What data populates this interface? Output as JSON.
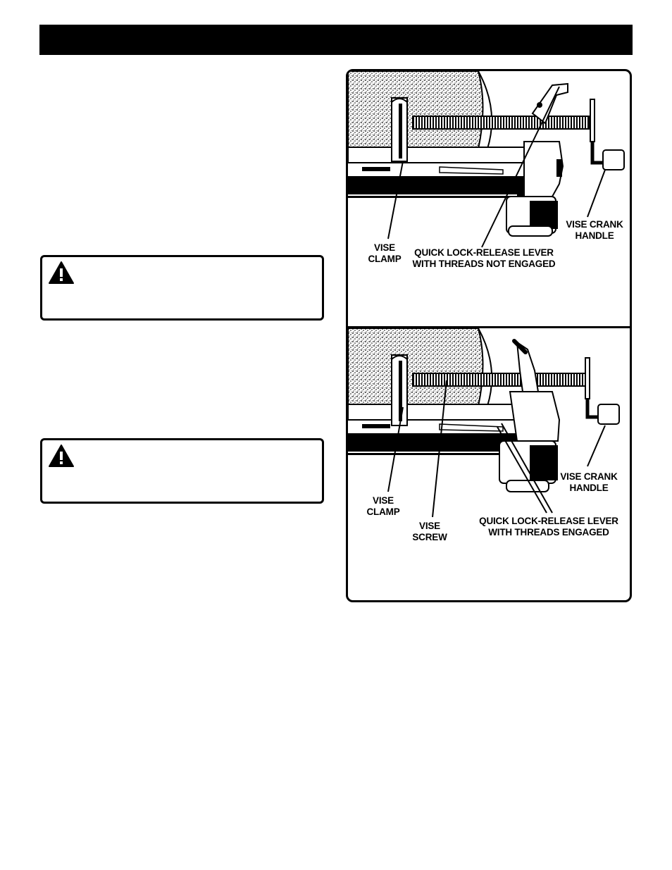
{
  "figure": {
    "top_panel": {
      "labels": {
        "vise_clamp": "VISE\nCLAMP",
        "quick_lock": "QUICK LOCK-RELEASE LEVER\nWITH THREADS NOT ENGAGED",
        "vise_crank": "VISE CRANK\nHANDLE"
      }
    },
    "bottom_panel": {
      "labels": {
        "vise_clamp": "VISE\nCLAMP",
        "vise_screw": "VISE\nSCREW",
        "quick_lock": "QUICK LOCK-RELEASE LEVER\nWITH THREADS ENGAGED",
        "vise_crank": "VISE CRANK\nHANDLE"
      }
    }
  },
  "warnings": [
    {
      "icon": "warning-triangle-icon"
    },
    {
      "icon": "warning-triangle-icon"
    }
  ],
  "colors": {
    "ink": "#000000",
    "paper": "#ffffff"
  }
}
